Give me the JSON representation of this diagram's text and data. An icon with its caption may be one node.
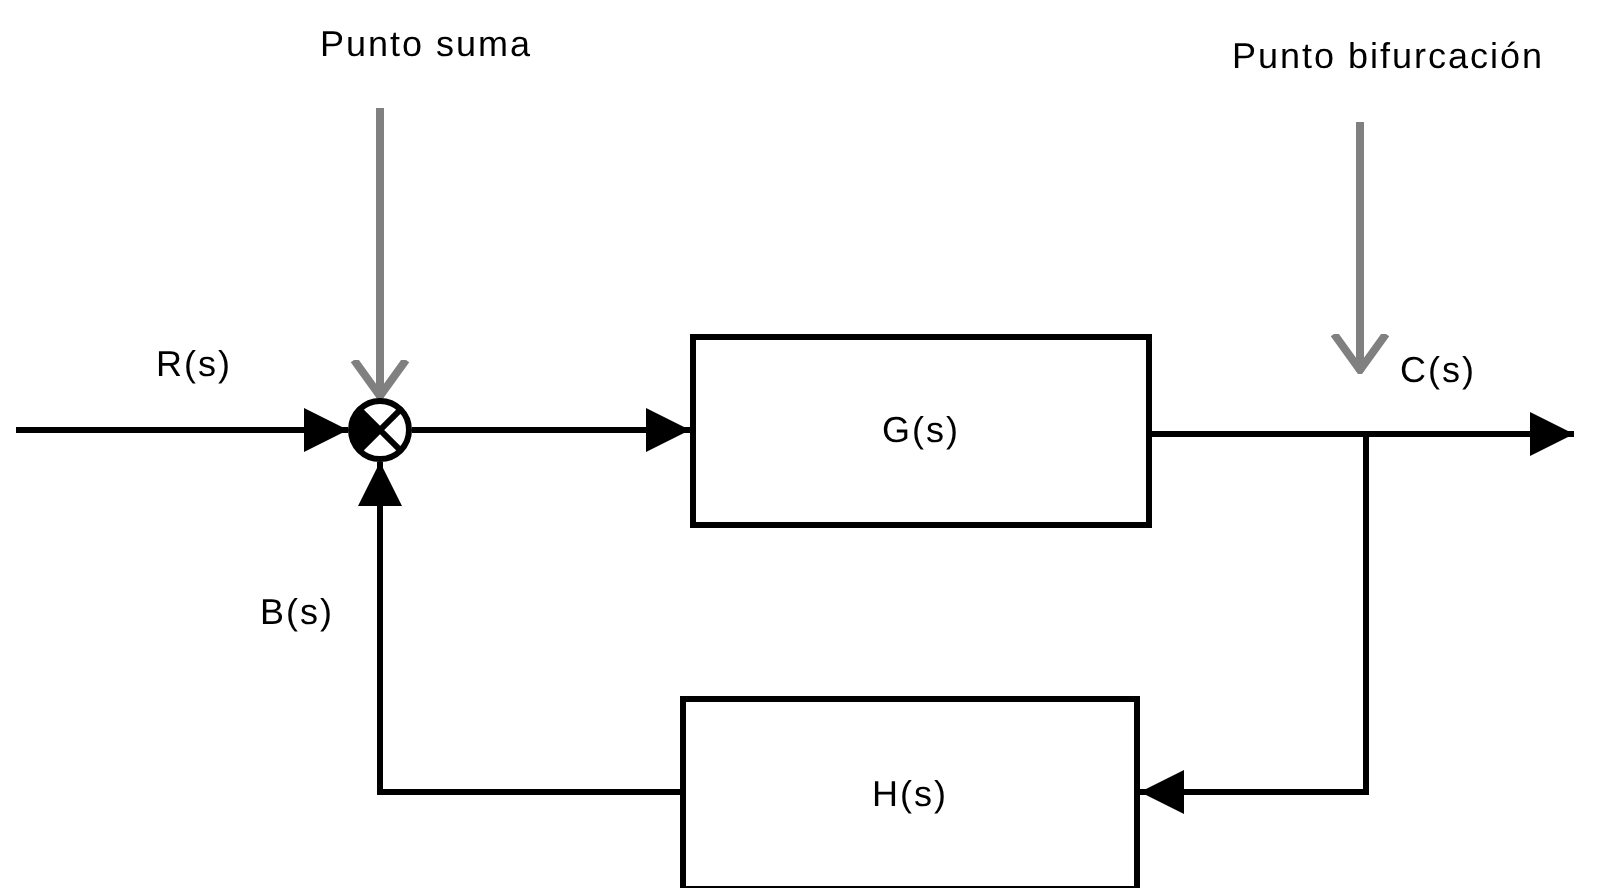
{
  "diagram": {
    "nodes": [
      {
        "text": [],
        "shape": "circle"
      },
      {
        "text": [
          "G(s)"
        ]
      },
      {
        "text": [
          "H(s)"
        ]
      },
      {
        "text": [
          "Punto suma"
        ]
      },
      {
        "text": [
          "Punto bifurcación"
        ]
      }
    ],
    "edges": [
      {
        "from": null,
        "to": 0,
        "arrow": "to",
        "label": "R(s)"
      },
      {
        "from": 0,
        "to": 1,
        "arrow": "to"
      },
      {
        "from": 1,
        "to": null,
        "arrow": "to",
        "label": "C(s)"
      },
      {
        "from": 1,
        "to": 2,
        "arrow": "to"
      },
      {
        "from": 2,
        "to": 0,
        "arrow": "to",
        "label": "B(s)"
      },
      {
        "from": 3,
        "to": 0,
        "arrow": "to",
        "color": "#808080"
      },
      {
        "from": 4,
        "to": null,
        "arrow": "to",
        "color": "#808080"
      }
    ]
  }
}
